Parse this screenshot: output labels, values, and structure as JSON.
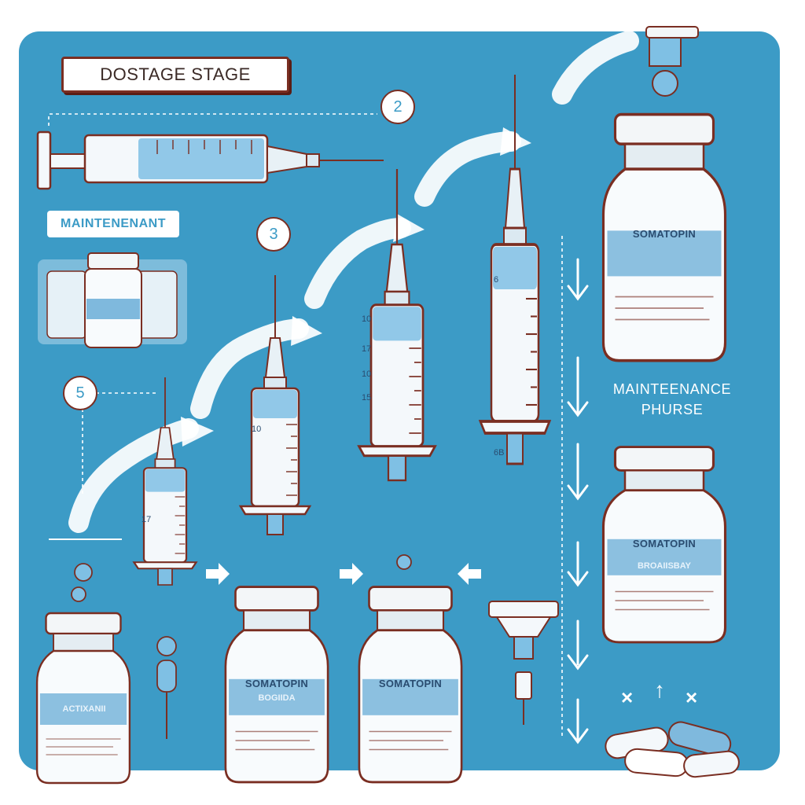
{
  "title": "DOSTAGE STAGE",
  "subtitle": "MAINTENENANT",
  "steps": [
    "2",
    "3",
    "5"
  ],
  "phase_label": [
    "MAINTEENANCE",
    "PHURSE"
  ],
  "vials": [
    {
      "label": "SOMATOPIN",
      "sublabel": ""
    },
    {
      "label": "SOMATOPIN",
      "sublabel": "BROAIISBAY"
    },
    {
      "label": "SOMATOPIN",
      "sublabel": "BOGIIDA"
    },
    {
      "label": "SOMATOPIN",
      "sublabel": ""
    },
    {
      "label": "",
      "sublabel": "ACTIXANII"
    }
  ],
  "syringe_scale": [
    "10",
    "17",
    "10",
    "15",
    "10",
    "6",
    "6B",
    "17"
  ],
  "symbols": [
    "×",
    "↑",
    "×"
  ],
  "colors": {
    "panel": "#3c9bc6",
    "liquid": "#7fc0e4",
    "outline": "#7a2e22"
  }
}
